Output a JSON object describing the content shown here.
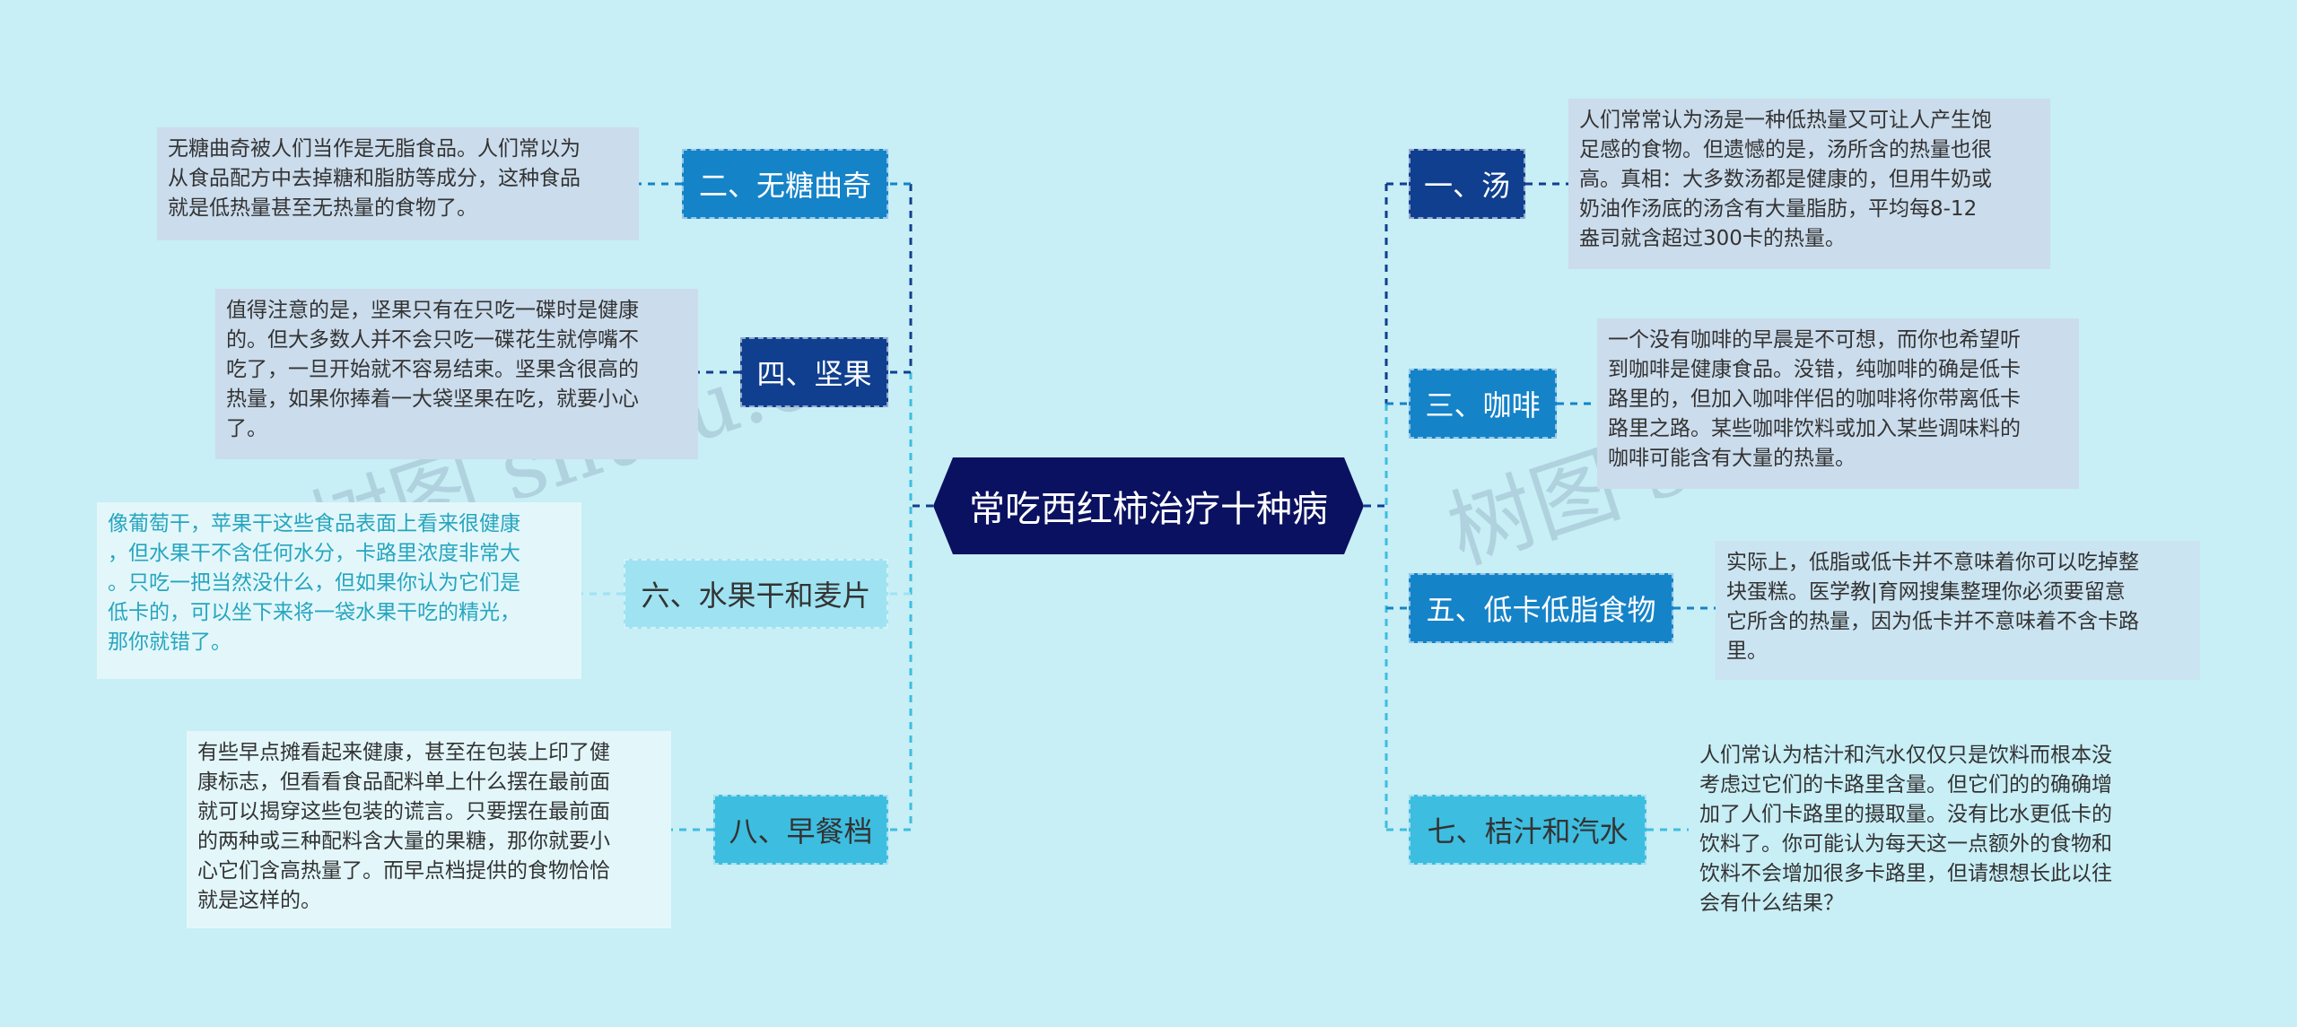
{
  "center": {
    "title": "常吃西红柿治疗十种病"
  },
  "colors": {
    "background": "#c8eef6",
    "center": "#0a1160",
    "dark_blue": "#103f8f",
    "mid_blue": "#1583c8",
    "cyan": "#3dbde0",
    "light_cyan": "#9fe3f2"
  },
  "branches": {
    "b1": {
      "label": "一、汤",
      "text": "人们常常认为汤是一种低热量又可让人产生饱\n足感的食物。但遗憾的是，汤所含的热量也很\n高。真相：大多数汤都是健康的，但用牛奶或\n奶油作汤底的汤含有大量脂肪，平均每8-12\n盎司就含超过300卡的热量。"
    },
    "b2": {
      "label": "二、无糖曲奇",
      "text": "无糖曲奇被人们当作是无脂食品。人们常以为\n从食品配方中去掉糖和脂肪等成分，这种食品\n就是低热量甚至无热量的食物了。"
    },
    "b3": {
      "label": "三、咖啡",
      "text": "一个没有咖啡的早晨是不可想，而你也希望听\n到咖啡是健康食品。没错，纯咖啡的确是低卡\n路里的，但加入咖啡伴侣的咖啡将你带离低卡\n路里之路。某些咖啡饮料或加入某些调味料的\n咖啡可能含有大量的热量。"
    },
    "b4": {
      "label": "四、坚果",
      "text": "值得注意的是，坚果只有在只吃一碟时是健康\n的。但大多数人并不会只吃一碟花生就停嘴不\n吃了，一旦开始就不容易结束。坚果含很高的\n热量，如果你捧着一大袋坚果在吃，就要小心\n了。"
    },
    "b5": {
      "label": "五、低卡低脂食物",
      "text": "实际上，低脂或低卡并不意味着你可以吃掉整\n块蛋糕。医学教|育网搜集整理你必须要留意\n它所含的热量，因为低卡并不意味着不含卡路\n里。"
    },
    "b6": {
      "label": "六、水果干和麦片",
      "text": "像葡萄干，苹果干这些食品表面上看来很健康\n，但水果干不含任何水分，卡路里浓度非常大\n。只吃一把当然没什么，但如果你认为它们是\n低卡的，可以坐下来将一袋水果干吃的精光，\n那你就错了。"
    },
    "b7": {
      "label": "七、桔汁和汽水",
      "text": "人们常认为桔汁和汽水仅仅只是饮料而根本没\n考虑过它们的卡路里含量。但它们的的确确增\n加了人们卡路里的摄取量。没有比水更低卡的\n饮料了。你可能认为每天这一点额外的食物和\n饮料不会增加很多卡路里，但请想想长此以往\n会有什么结果？"
    },
    "b8": {
      "label": "八、早餐档",
      "text": "有些早点摊看起来健康，甚至在包装上印了健\n康标志，但看看食品配料单上什么摆在最前面\n就可以揭穿这些包装的谎言。只要摆在最前面\n的两种或三种配料含大量的果糖，那你就要小\n心它们含高热量了。而早点档提供的食物恰恰\n就是这样的。"
    }
  },
  "watermarks": [
    "树图 shutu.cn",
    "树图 shutu.cn"
  ]
}
